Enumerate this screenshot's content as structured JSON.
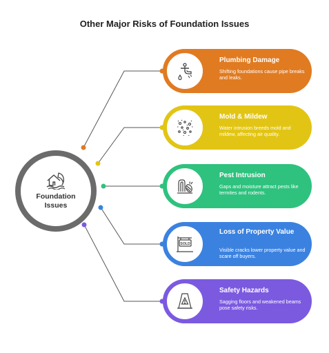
{
  "title": "Other Major Risks of Foundation Issues",
  "hub": {
    "label": "Foundation Issues",
    "icon": "house-flood-icon",
    "color": "#6b6b6b"
  },
  "risks": [
    {
      "title": "Plumbing Damage",
      "description": "Shifting foundations cause pipe breaks and leaks.",
      "icon": "faucet-drip-icon",
      "color": "#e07b22"
    },
    {
      "title": "Mold & Mildew",
      "description": "Water intrusion breeds mold and mildew, affecting air quality.",
      "icon": "mold-spores-icon",
      "color": "#e2c514"
    },
    {
      "title": "Pest Intrusion",
      "description": "Gaps and moisture attract pests like termites and rodents.",
      "icon": "pest-bug-icon",
      "color": "#2ec27e"
    },
    {
      "title": "Loss of Property Value",
      "description": "Visible cracks lower property value and scare off buyers.",
      "icon": "sold-sign-icon",
      "color": "#3b82e0",
      "sign_text": "SOLD"
    },
    {
      "title": "Safety Hazards",
      "description": "Sagging floors and weakened beams pose safety risks.",
      "icon": "warning-sign-icon",
      "color": "#7b5ae0"
    }
  ]
}
